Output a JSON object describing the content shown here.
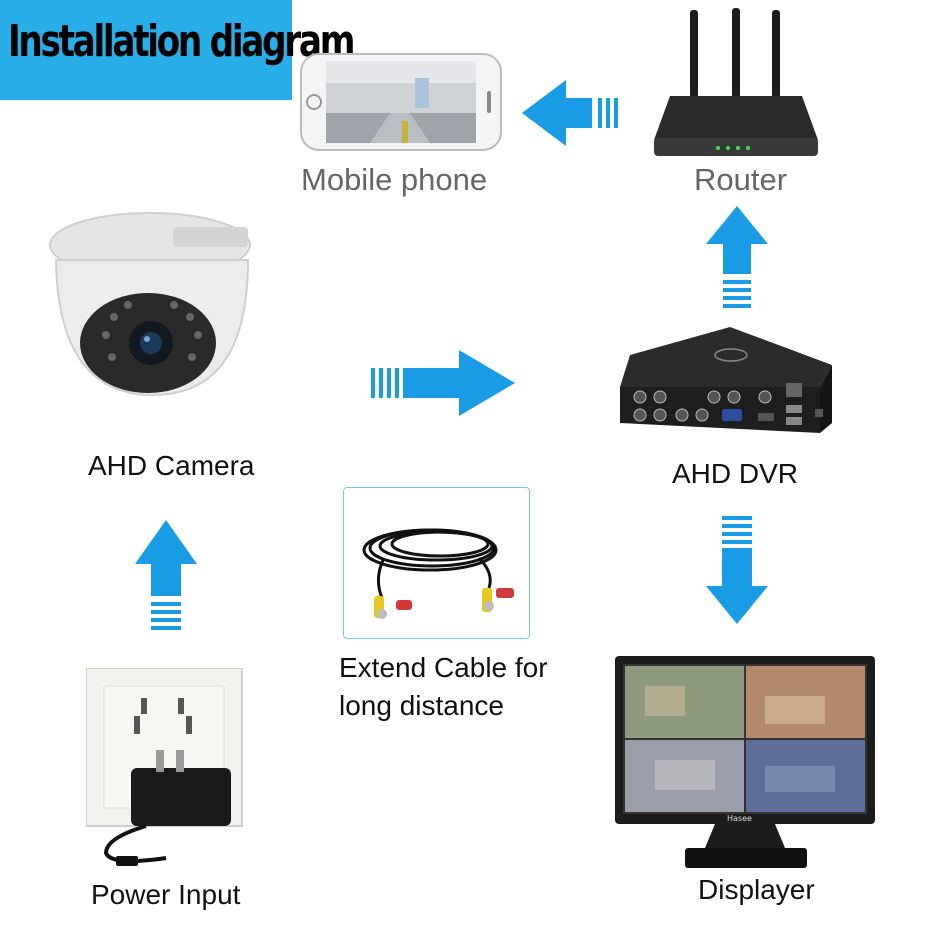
{
  "title": "Installation diagram",
  "nodes": {
    "mobile_phone": "Mobile phone",
    "router": "Router",
    "camera": "AHD Camera",
    "dvr": "AHD DVR",
    "cable": "Extend Cable for",
    "cable_line2": "long distance",
    "power": "Power Input",
    "display": "Displayer",
    "monitor_brand": "Hasee"
  },
  "colors": {
    "title_bg": "#2aaeea",
    "arrow": "#1a9be6",
    "text": "#111111",
    "label_gray": "#666666"
  },
  "icons": [
    "phone-icon",
    "router-icon",
    "dome-camera-icon",
    "dvr-icon",
    "cable-icon",
    "power-adapter-icon",
    "monitor-icon"
  ]
}
